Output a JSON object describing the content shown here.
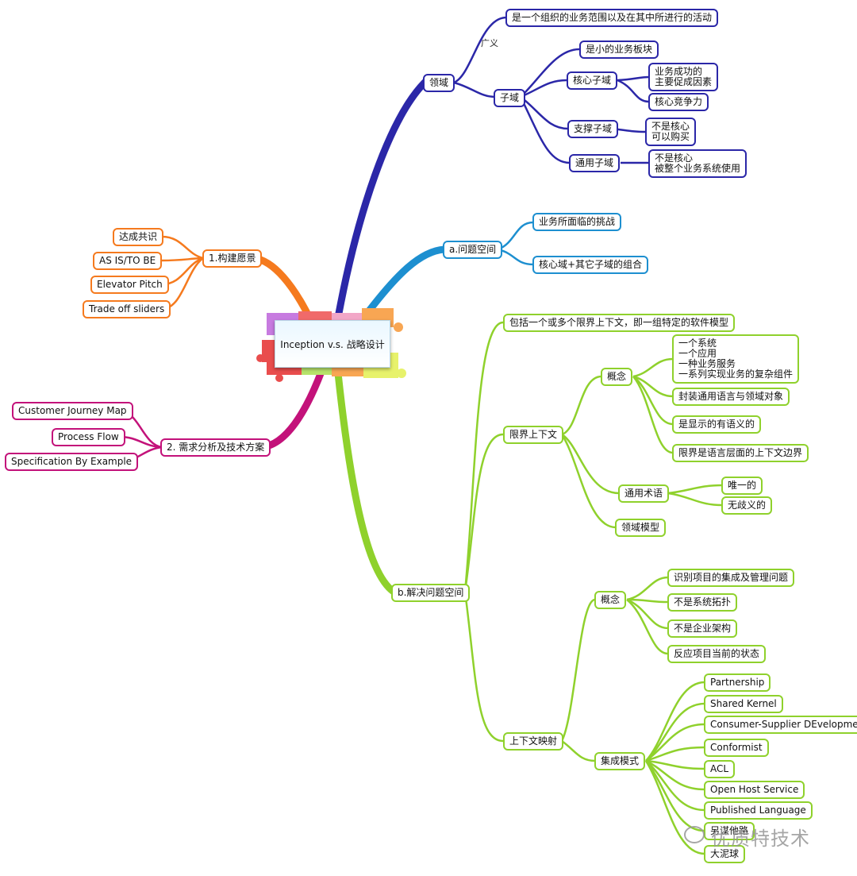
{
  "central": {
    "label": "Inception v.s. 战略设计"
  },
  "colors": {
    "blue": "#2b27a8",
    "sky": "#1d8fd0",
    "green": "#8fd12c",
    "orange": "#f57a1e",
    "magenta": "#c3127a"
  },
  "domain": {
    "label": "领域",
    "definition": "是一个组织的业务范围以及在其中所进行的活动",
    "broad_label": "广义",
    "subdomain": {
      "label": "子域",
      "small_block": "是小的业务板块",
      "core": {
        "label": "核心子域",
        "factor": "业务成功的\n主要促成因素",
        "competitiveness": "核心竞争力"
      },
      "support": {
        "label": "支撑子域",
        "note": "不是核心\n可以购买"
      },
      "generic": {
        "label": "通用子域",
        "note": "不是核心\n被整个业务系统使用"
      }
    }
  },
  "problem_space": {
    "label": "a.问题空间",
    "challenges": "业务所面临的挑战",
    "combination": "核心域+其它子域的组合"
  },
  "vision": {
    "label": "1.构建愿景",
    "items": [
      "达成共识",
      "AS IS/TO BE",
      "Elevator Pitch",
      "Trade off sliders"
    ]
  },
  "analysis": {
    "label": "2. 需求分析及技术方案",
    "items": [
      "Customer Journey Map",
      "Process Flow",
      "Specification By Example"
    ]
  },
  "solution_space": {
    "label": "b.解决问题空间",
    "contains": "包括一个或多个限界上下文，即一组特定的软件模型",
    "bounded_context": {
      "label": "限界上下文",
      "concept": {
        "label": "概念",
        "list": "一个系统\n一个应用\n一种业务服务\n一系列实现业务的复杂组件",
        "encapsulate": "封装通用语言与领域对象",
        "explicit": "是显示的有语义的",
        "boundary": "限界是语言层面的上下文边界"
      },
      "ubiquitous": {
        "label": "通用术语",
        "unique": "唯一的",
        "unambiguous": "无歧义的"
      },
      "model": "领域模型"
    },
    "context_map": {
      "label": "上下文映射",
      "concept": {
        "label": "概念",
        "identify": "识别项目的集成及管理问题",
        "not_topology": "不是系统拓扑",
        "not_arch": "不是企业架构",
        "reflect": "反应项目当前的状态"
      },
      "patterns": {
        "label": "集成模式",
        "items": [
          "Partnership",
          "Shared Kernel",
          "Consumer-Supplier DEvelopment",
          "Conformist",
          "ACL",
          "Open Host Service",
          "Published Language",
          "另谋他路",
          "大泥球"
        ]
      }
    }
  },
  "watermark": "优质特技术"
}
